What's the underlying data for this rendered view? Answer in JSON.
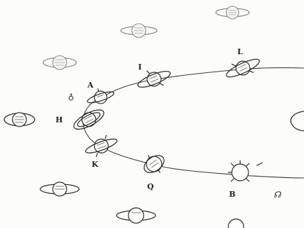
{
  "figure": {
    "labels": {
      "A": "A",
      "I": "I",
      "L": "L",
      "H": "H",
      "K": "K",
      "Q": "Q",
      "B": "B"
    },
    "symbols": {
      "earth": "♁",
      "node": "☊"
    }
  }
}
